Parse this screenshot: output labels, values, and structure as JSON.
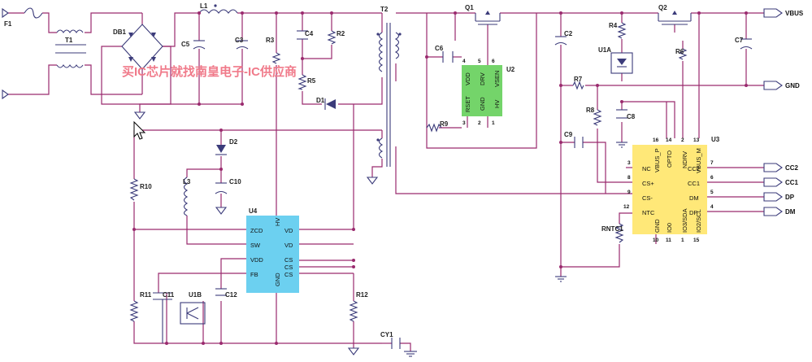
{
  "watermark": "买IC芯片就找南皇电子-IC供应商",
  "labels": {
    "F1": "F1",
    "T1": "T1",
    "DB1": "DB1",
    "L1": "L1",
    "C5": "C5",
    "C3": "C3",
    "R3": "R3",
    "C4": "C4",
    "R2": "R2",
    "R5": "R5",
    "D1": "D1",
    "T2": "T2",
    "C6": "C6",
    "R9": "R9",
    "Q1": "Q1",
    "C2": "C2",
    "R4": "R4",
    "U1A": "U1A",
    "R7": "R7",
    "R8": "R8",
    "C8": "C8",
    "C9": "C9",
    "Q2": "Q2",
    "R6": "R6",
    "C7": "C7",
    "D2": "D2",
    "L3": "L3",
    "C10": "C10",
    "R10": "R10",
    "R11": "R11",
    "C11": "C11",
    "U1B": "U1B",
    "C12": "C12",
    "R12": "R12",
    "CY1": "CY1",
    "RNTC1": "RNTC1"
  },
  "ports": {
    "vbus": "VBUS",
    "gnd": "GND",
    "cc2": "CC2",
    "cc1": "CC1",
    "dp": "DP",
    "dm": "DM"
  },
  "u2": {
    "name": "U2",
    "color": "#74d46a",
    "pin_vdd": "VDD",
    "pin_drv": "DRV",
    "pin_vsen": "VSEN",
    "pin_rset": "RSET",
    "pin_gnd": "GND",
    "pin_hv": "HV",
    "n4": "4",
    "n5": "5",
    "n6": "6",
    "n3": "3",
    "n2": "2",
    "n1": "1"
  },
  "u3": {
    "name": "U3",
    "color": "#ffe878",
    "pin_nc": "NC",
    "pin_csp": "CS+",
    "pin_csm": "CS-",
    "pin_ntc": "NTC",
    "pin_vbusp": "VBUS_P",
    "pin_opto": "OPTO",
    "pin_ndrv": "NDRV",
    "pin_vbusm": "VBUS_M",
    "pin_cc2": "CC2",
    "pin_cc1": "CC1",
    "pin_dm": "DM",
    "pin_dp": "DP",
    "pin_gnd": "GND",
    "pin_io0": "IO0",
    "pin_io3": "IO3/SDA",
    "pin_io2": "IO2/SCL",
    "n3": "3",
    "n8": "8",
    "n9": "9",
    "n12": "12",
    "n16": "16",
    "n14": "14",
    "n2": "2",
    "n13": "13",
    "n7": "7",
    "n6": "6",
    "n5": "5",
    "n4": "4",
    "n10": "10",
    "n11": "11",
    "n1": "1",
    "n15": "15"
  },
  "u4": {
    "name": "U4",
    "color": "#6cd0f0",
    "pin_zcd": "ZCD",
    "pin_sw": "SW",
    "pin_vdd": "VDD",
    "pin_fb": "FB",
    "pin_vd1": "VD",
    "pin_vd2": "VD",
    "pin_cs1": "CS",
    "pin_cs2": "CS",
    "pin_cs3": "CS",
    "pin_hv": "HV",
    "pin_gnd": "GND"
  }
}
